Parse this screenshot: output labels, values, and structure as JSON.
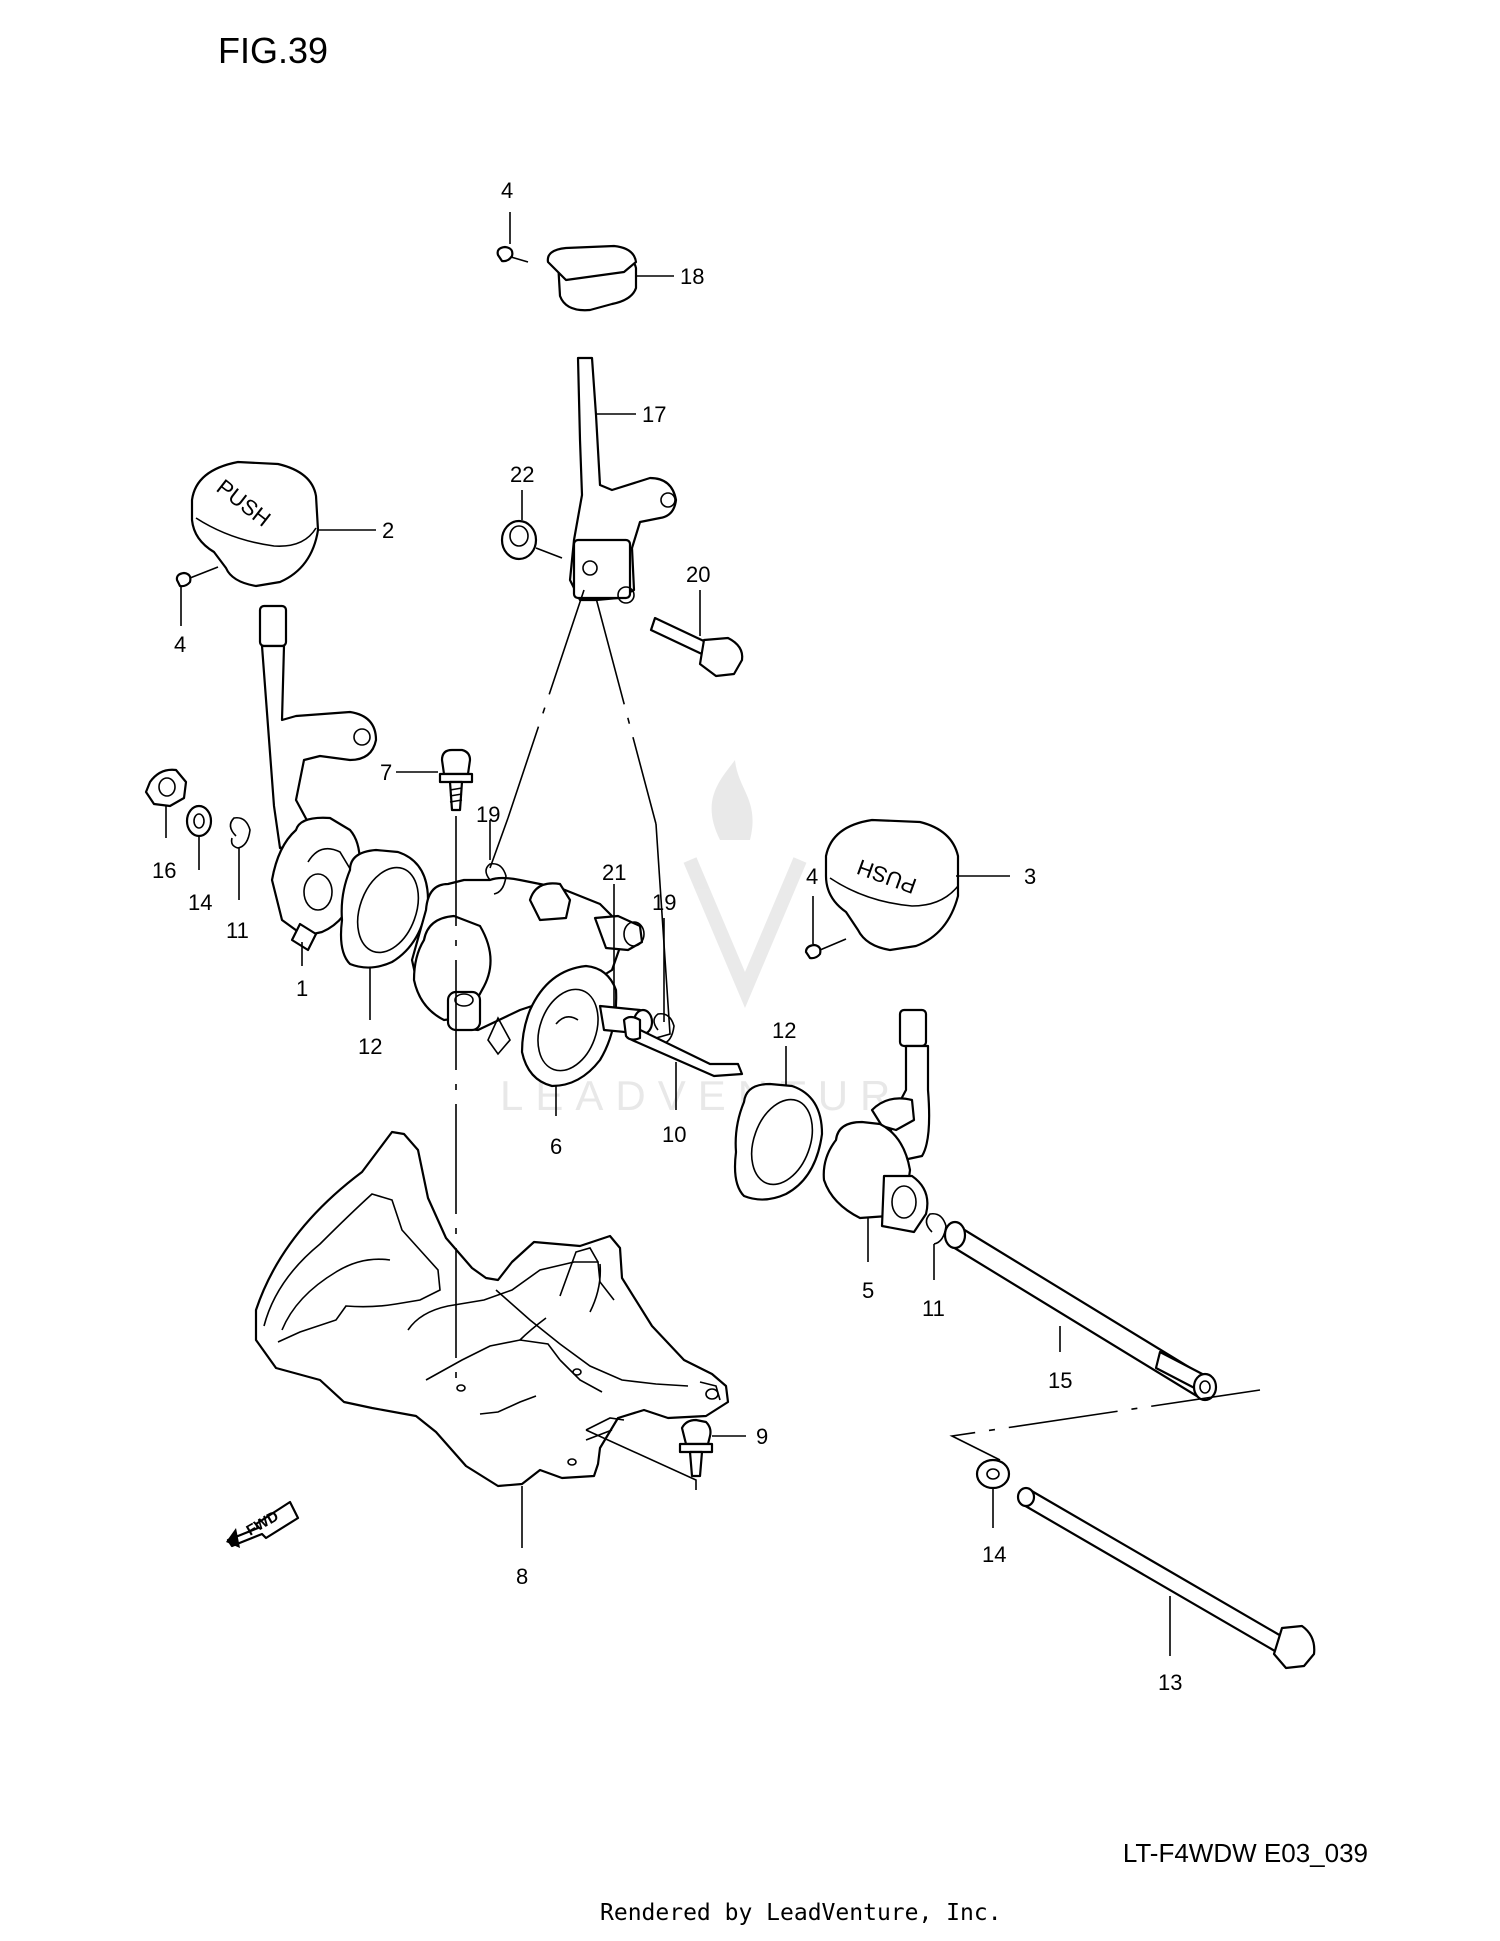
{
  "figure_label": "FIG.39",
  "model_code": "LT-F4WDW E03_039",
  "render_credit": "Rendered by LeadVenture, Inc.",
  "watermark_text": "LEADVENTURE",
  "knob_lettering": "PUSH",
  "fwd_label": "FWD",
  "callouts": {
    "c1": "1",
    "c2": "2",
    "c3": "3",
    "c4a": "4",
    "c4b": "4",
    "c4c": "4",
    "c5": "5",
    "c6": "6",
    "c7": "7",
    "c8": "8",
    "c9": "9",
    "c10": "10",
    "c11a": "11",
    "c11b": "11",
    "c12a": "12",
    "c12b": "12",
    "c13": "13",
    "c14a": "14",
    "c14b": "14",
    "c15": "15",
    "c16": "16",
    "c17": "17",
    "c18": "18",
    "c19a": "19",
    "c19b": "19",
    "c20": "20",
    "c21": "21",
    "c22": "22"
  }
}
